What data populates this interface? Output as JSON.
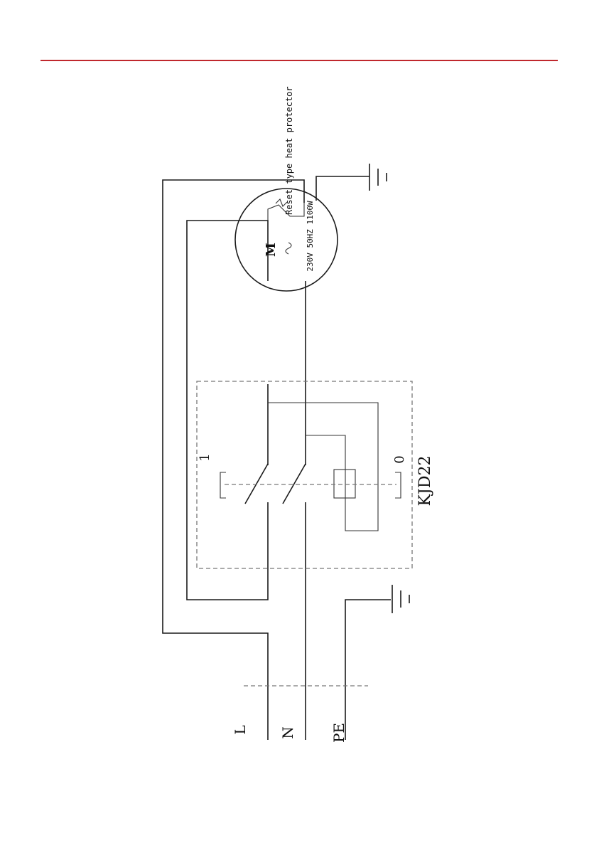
{
  "header": {
    "rule_color": "#c0282d"
  },
  "diagram": {
    "terminals": {
      "L": "L",
      "N": "N",
      "PE": "PE"
    },
    "switch": {
      "model": "KJD22",
      "on": "1",
      "off": "0"
    },
    "motor": {
      "symbol": "M",
      "ac_symbol": "~",
      "rating": "230V 50HZ 1100W",
      "protector": "Reset type heat protector"
    }
  }
}
